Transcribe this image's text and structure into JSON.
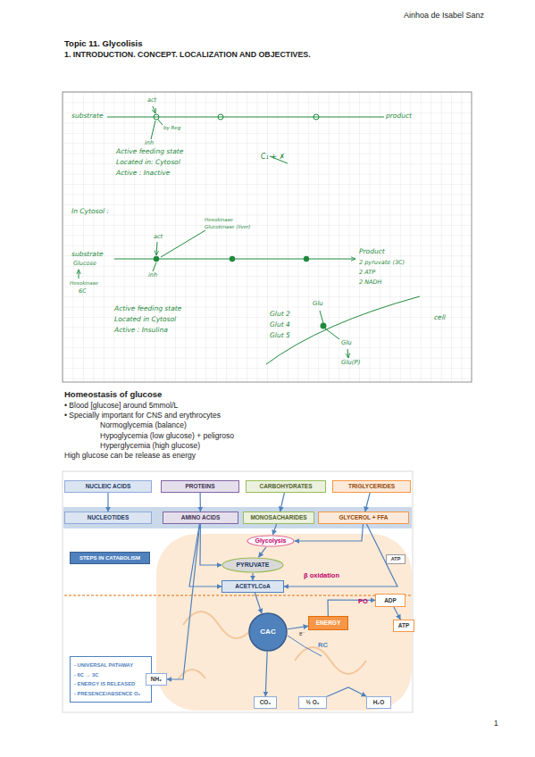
{
  "diagram": {
    "title": "Topic 11. Glycolisis",
    "nodes": [
      {
        "text": [
          "NUCLEIC ACIDS"
        ]
      },
      {
        "text": [
          "PROTEINS"
        ]
      },
      {
        "text": [
          "CARBOHYDRATES"
        ]
      },
      {
        "text": [
          "TRIGLYCERIDES"
        ]
      },
      {
        "text": [
          "NUCLEOTIDES"
        ]
      },
      {
        "text": [
          "AMINO ACIDS"
        ]
      },
      {
        "text": [
          "MONOSACHARIDES"
        ]
      },
      {
        "text": [
          "GLYCEROL + FFA"
        ]
      },
      {
        "text": [
          "STEPS IN CATABOLISM"
        ]
      },
      {
        "text": [
          "Glycolysis"
        ]
      },
      {
        "text": [
          "PYRUVATE"
        ]
      },
      {
        "text": [
          "ATP"
        ]
      },
      {
        "text": [
          "ACETYLCoA"
        ]
      },
      {
        "text": [
          "ENERGY"
        ]
      },
      {
        "text": [
          "ADP"
        ]
      },
      {
        "text": [
          "CAC"
        ]
      },
      {
        "text": [
          "ATP"
        ]
      },
      {
        "text": [
          "- UNIVERSAL PATHWAY",
          "- 6C → 3C",
          "- ENERGY IS RELEASED",
          "- PRESENCE/ABSENCE O₂"
        ]
      },
      {
        "text": [
          "NH₂"
        ]
      },
      {
        "text": [
          "CO₂"
        ]
      },
      {
        "text": [
          "½ O₂"
        ]
      },
      {
        "text": [
          "H₂O"
        ]
      }
    ],
    "edges": [
      {
        "from": 0,
        "to": 4,
        "arrow": "to"
      },
      {
        "from": 1,
        "to": 5,
        "arrow": "to"
      },
      {
        "from": 2,
        "to": 6,
        "arrow": "to"
      },
      {
        "from": 3,
        "to": 7,
        "arrow": "to"
      },
      {
        "from": 6,
        "to": 9,
        "arrow": "to"
      },
      {
        "from": 7,
        "to": 9,
        "arrow": "to"
      },
      {
        "from": 9,
        "to": 10,
        "arrow": "to"
      },
      {
        "from": 5,
        "to": 10,
        "arrow": "to"
      },
      {
        "from": 5,
        "to": 12,
        "arrow": "to"
      },
      {
        "from": 10,
        "to": 12,
        "arrow": "to"
      },
      {
        "from": 7,
        "to": 12,
        "label": "β oxidation",
        "arrow": "to"
      },
      {
        "from": 5,
        "to": 18,
        "arrow": "to"
      },
      {
        "from": 12,
        "to": 15,
        "arrow": "to"
      },
      {
        "from": 15,
        "to": 19,
        "arrow": "to"
      },
      {
        "from": 15,
        "to": 13,
        "arrow": "to"
      },
      {
        "from": 13,
        "to": 14,
        "arrow": "to"
      },
      {
        "from": 14,
        "to": 16,
        "label": "PO",
        "arrow": "to"
      },
      {
        "from": 20,
        "to": 21,
        "arrow": "to"
      }
    ],
    "labels": [
      "Ainhoa de Isabel Sanz",
      "1. INTRODUCTION. CONCEPT. LOCALIZATION AND OBJECTIVES.",
      "substrate",
      "act",
      "by Reg",
      "inh",
      "product",
      "Active feeding state",
      "Located in: Cytosol",
      "Active : Inactive",
      "C₁ + ✗",
      "In Cytosol :",
      "Hexokinase",
      "Glucokinase (liver)",
      "act",
      "substrate",
      "Glucose",
      "Hexokinase",
      "6C",
      "inh",
      "Product",
      "2 pyruvate (3C)",
      "2 ATP",
      "2 NADH",
      "Active feeding state",
      "Located in Cytosol",
      "Active : Insulina",
      "Glut 2",
      "Glut 4",
      "Glut 5",
      "Glu",
      "cell",
      "Glu",
      "Glu(P)",
      "Homeostasis of glucose",
      "• Blood [glucose] around 5mmol/L",
      "• Specially important for CNS and erythrocytes",
      "Normoglycemia (balance)",
      "Hypoglycemia (low glucose) + peligroso",
      "Hyperglycemia (high glucose)",
      "High glucose can be release as energy",
      "RC",
      "e⁻",
      "1"
    ]
  }
}
